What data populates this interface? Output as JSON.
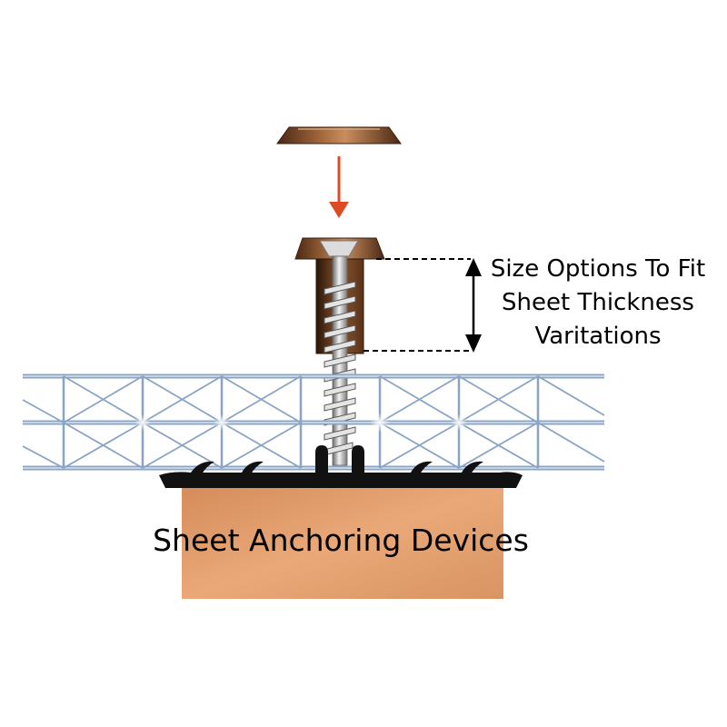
{
  "diagram": {
    "size_options_lines": [
      "Size Options To Fit",
      "Sheet Thickness",
      "Varitations"
    ],
    "base_label": "Sheet Anchoring Devices",
    "colors": {
      "cap": "#7a4a2a",
      "arrow": "#e04a22",
      "sheet": "#8aa4c4",
      "wood": "#e0a070",
      "gasket": "#111111"
    }
  }
}
